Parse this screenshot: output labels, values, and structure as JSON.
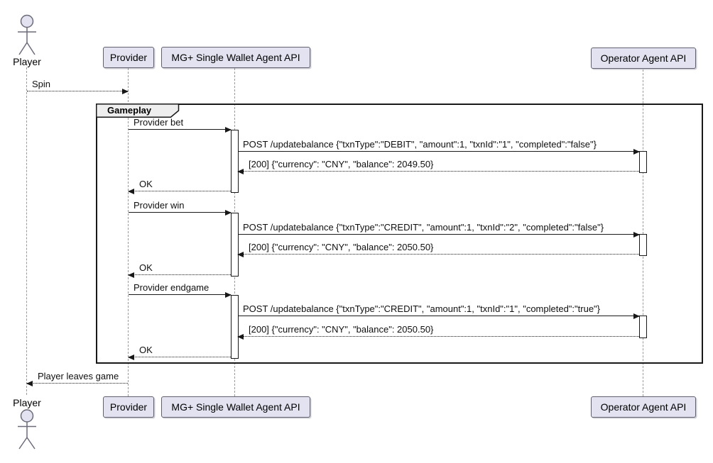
{
  "diagram_type": "sequence-diagram",
  "colors": {
    "participant_fill": "#E2E2F0",
    "participant_border": "#60606E",
    "lifeline": "#9A9A9A",
    "arrow_and_text": "#181818",
    "frame_border": "#181818",
    "frame_label_fill": "#EEEEEE",
    "activation_fill": "#FFFFFF",
    "background": "#FFFFFF"
  },
  "actor": {
    "label": "Player"
  },
  "participants": [
    "Provider",
    "MG+ Single Wallet Agent API",
    "Operator Agent API"
  ],
  "frame": {
    "label": "Gameplay"
  },
  "messages": [
    {
      "label": "Spin",
      "from": "Player",
      "to": "Provider",
      "line": "dotted"
    },
    {
      "label": "Provider bet",
      "from": "Provider",
      "to": "MG+ Single Wallet Agent API",
      "line": "solid"
    },
    {
      "label": "POST /updatebalance {\"txnType\":\"DEBIT\", \"amount\":1, \"txnId\":\"1\", \"completed\":\"false\"}",
      "from": "MG+ Single Wallet Agent API",
      "to": "Operator Agent API",
      "line": "solid"
    },
    {
      "label": "[200] {\"currency\": \"CNY\", \"balance\": 2049.50}",
      "from": "Operator Agent API",
      "to": "MG+ Single Wallet Agent API",
      "line": "dotted"
    },
    {
      "label": "OK",
      "from": "MG+ Single Wallet Agent API",
      "to": "Provider",
      "line": "dotted"
    },
    {
      "label": "Provider win",
      "from": "Provider",
      "to": "MG+ Single Wallet Agent API",
      "line": "solid"
    },
    {
      "label": "POST /updatebalance {\"txnType\":\"CREDIT\", \"amount\":1, \"txnId\":\"2\", \"completed\":\"false\"}",
      "from": "MG+ Single Wallet Agent API",
      "to": "Operator Agent API",
      "line": "solid"
    },
    {
      "label": "[200] {\"currency\": \"CNY\", \"balance\": 2050.50}",
      "from": "Operator Agent API",
      "to": "MG+ Single Wallet Agent API",
      "line": "dotted"
    },
    {
      "label": "OK",
      "from": "MG+ Single Wallet Agent API",
      "to": "Provider",
      "line": "dotted"
    },
    {
      "label": "Provider endgame",
      "from": "Provider",
      "to": "MG+ Single Wallet Agent API",
      "line": "solid"
    },
    {
      "label": "POST /updatebalance {\"txnType\":\"CREDIT\", \"amount\":1, \"txnId\":\"1\", \"completed\":\"true\"}",
      "from": "MG+ Single Wallet Agent API",
      "to": "Operator Agent API",
      "line": "solid"
    },
    {
      "label": "[200] {\"currency\": \"CNY\", \"balance\": 2050.50}",
      "from": "Operator Agent API",
      "to": "MG+ Single Wallet Agent API",
      "line": "dotted"
    },
    {
      "label": "OK",
      "from": "MG+ Single Wallet Agent API",
      "to": "Provider",
      "line": "dotted"
    },
    {
      "label": "Player leaves game",
      "from": "Provider",
      "to": "Player",
      "line": "dotted"
    }
  ]
}
